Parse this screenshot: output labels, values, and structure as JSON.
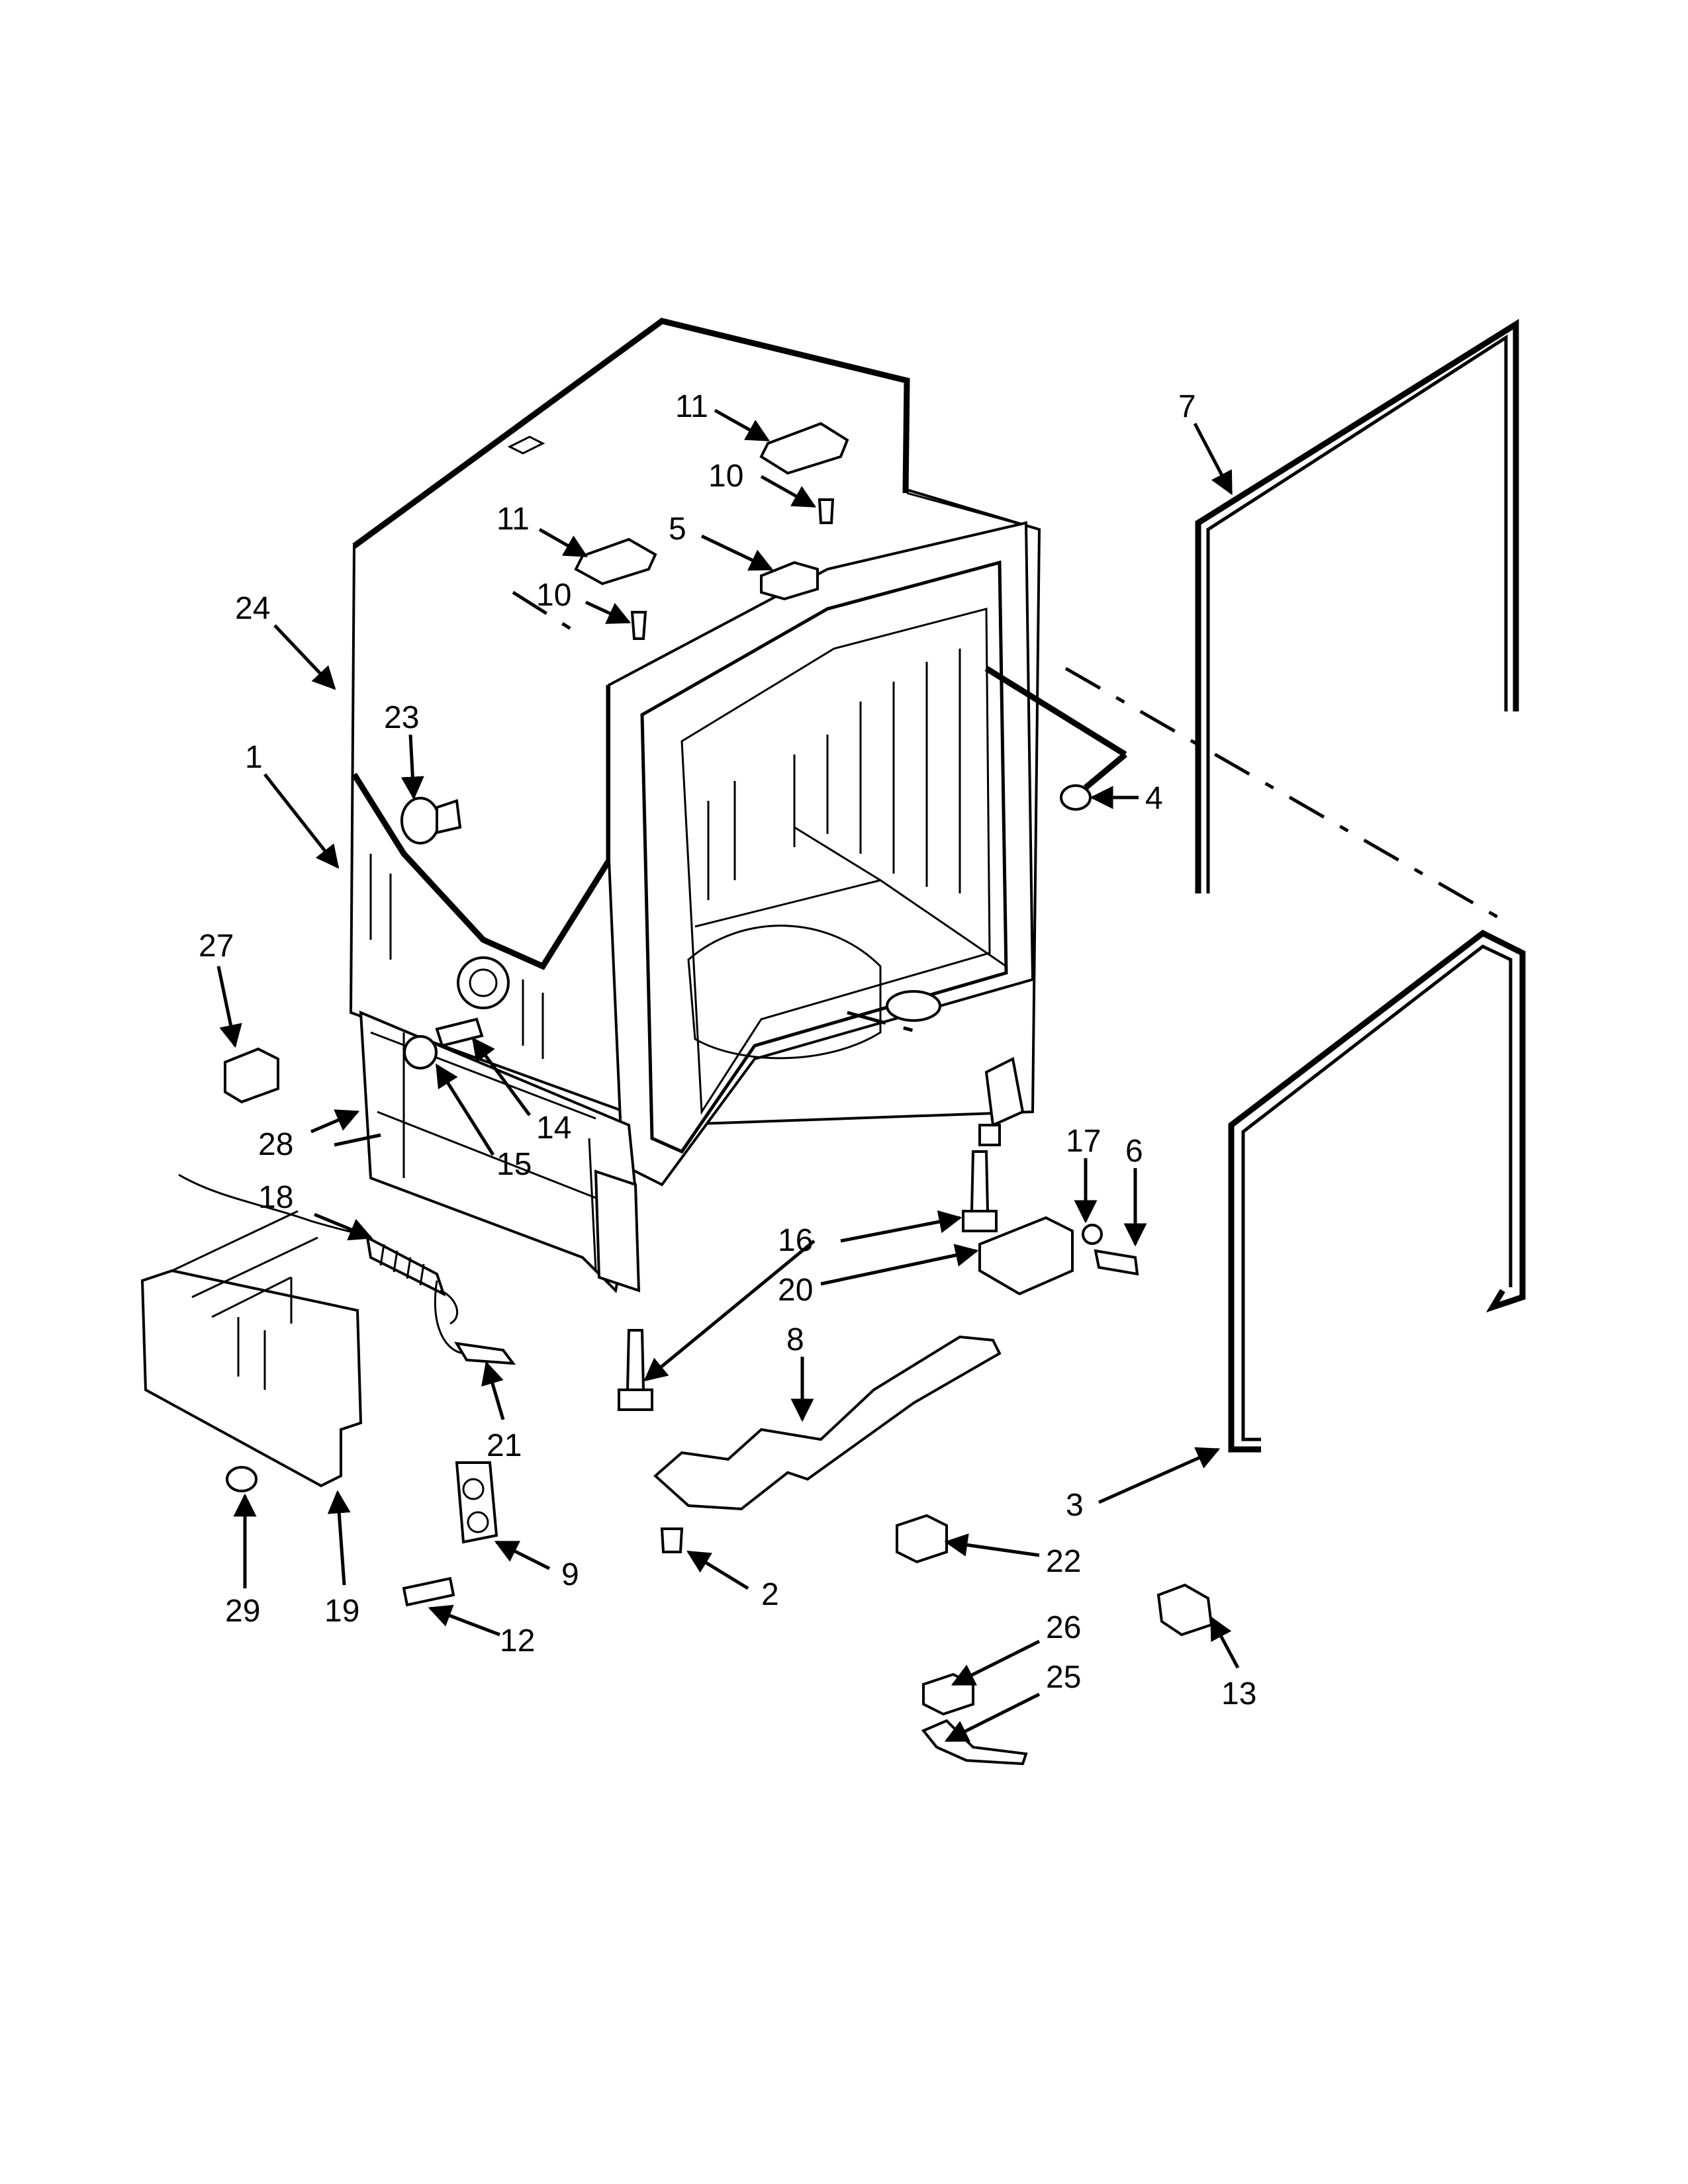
{
  "callouts": [
    "11",
    "10",
    "11",
    "5",
    "10",
    "24",
    "23",
    "1",
    "4",
    "7",
    "27",
    "28",
    "14",
    "15",
    "17",
    "6",
    "18",
    "16",
    "20",
    "8",
    "21",
    "29",
    "19",
    "9",
    "12",
    "2",
    "3",
    "22",
    "26",
    "25",
    "13"
  ]
}
